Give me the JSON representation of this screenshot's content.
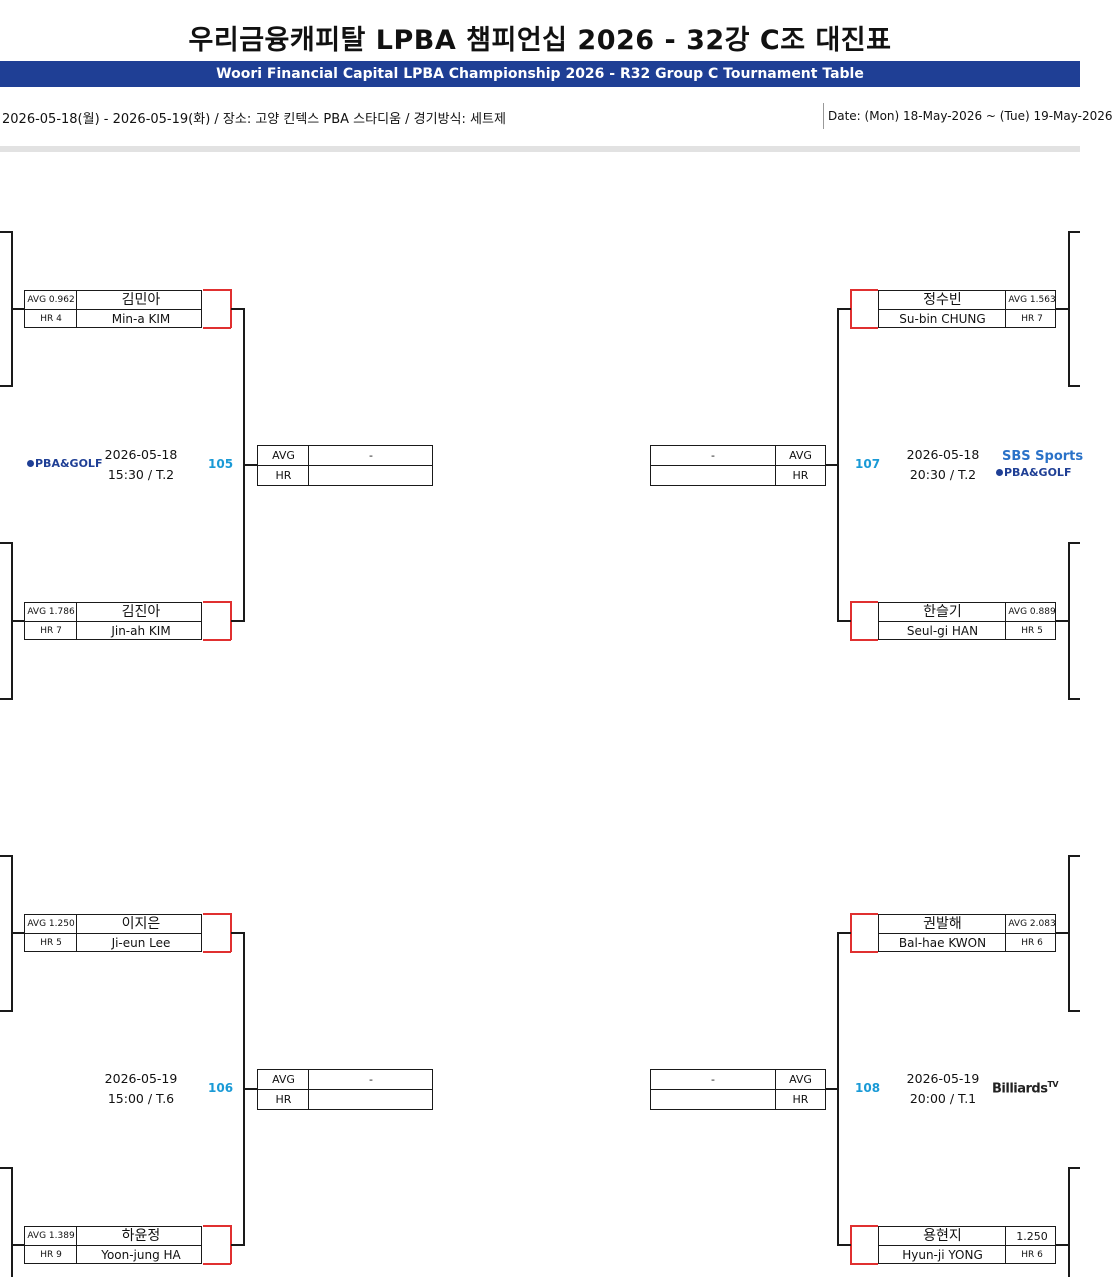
{
  "header": {
    "title_ko": "우리금융캐피탈 LPBA 챔피언십 2026 - 32강 C조 대진표",
    "title_en": "Woori Financial Capital LPBA Championship 2026 - R32 Group C Tournament Table",
    "info_ko": "2026-05-18(월) - 2026-05-19(화) / 장소: 고양 킨텍스 PBA 스타디움 / 경기방식: 세트제",
    "info_en": "Date: (Mon) 18-May-2026 ~ (Tue) 19-May-2026"
  },
  "labels": {
    "avg": "AVG",
    "hr": "HR",
    "dash": "-"
  },
  "logos": {
    "pba": "PBA&GOLF",
    "sbs": "SBS Sports",
    "billiards": "Billiards",
    "tv": "TV"
  },
  "matches": {
    "m105": {
      "number": "105",
      "date": "2026-05-18",
      "time": "15:30 / T.2",
      "p1": {
        "avg": "AVG 0.962",
        "hr": "HR 4",
        "name_ko": "김민아",
        "name_en": "Min-a KIM"
      },
      "p2": {
        "avg": "AVG 1.786",
        "hr": "HR 7",
        "name_ko": "김진아",
        "name_en": "Jin-ah KIM"
      }
    },
    "m106": {
      "number": "106",
      "date": "2026-05-19",
      "time": "15:00 / T.6",
      "p1": {
        "avg": "AVG 1.250",
        "hr": "HR 5",
        "name_ko": "이지은",
        "name_en": "Ji-eun Lee"
      },
      "p2": {
        "avg": "AVG 1.389",
        "hr": "HR 9",
        "name_ko": "하윤정",
        "name_en": "Yoon-jung HA"
      }
    },
    "m107": {
      "number": "107",
      "date": "2026-05-18",
      "time": "20:30 / T.2",
      "p1": {
        "avg": "AVG 1.563",
        "hr": "HR 7",
        "name_ko": "정수빈",
        "name_en": "Su-bin CHUNG"
      },
      "p2": {
        "avg": "AVG 0.889",
        "hr": "HR 5",
        "name_ko": "한슬기",
        "name_en": "Seul-gi HAN"
      }
    },
    "m108": {
      "number": "108",
      "date": "2026-05-19",
      "time": "20:00 / T.1",
      "p1": {
        "avg": "AVG 2.083",
        "hr": "HR 6",
        "name_ko": "권발해",
        "name_en": "Bal-hae KWON"
      },
      "p2": {
        "avg": "1.250",
        "hr": "HR 6",
        "name_ko": "용현지",
        "name_en": "Hyun-ji YONG"
      }
    }
  }
}
